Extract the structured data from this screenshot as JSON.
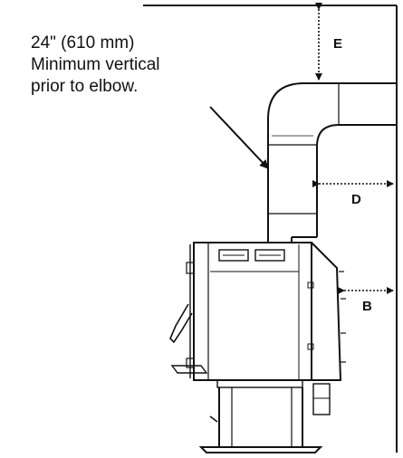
{
  "note": {
    "lines": [
      "24\" (610 mm)",
      "Minimum vertical",
      "prior to elbow."
    ]
  },
  "dimensions": {
    "E": "E",
    "D": "D",
    "B": "B"
  }
}
